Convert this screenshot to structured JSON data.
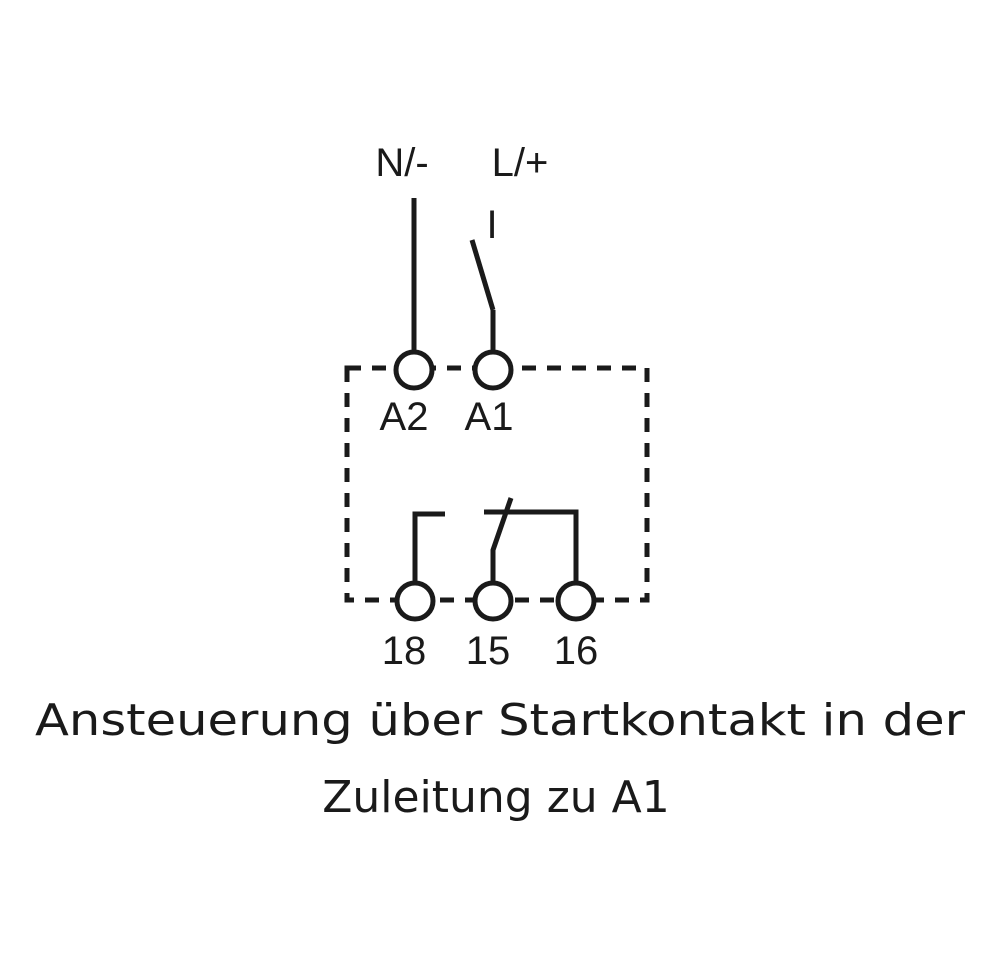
{
  "supply": {
    "neutral_label": "N/-",
    "line_label": "L/+",
    "start_contact_label": "I"
  },
  "terminals": {
    "a2": "A2",
    "a1": "A1",
    "t18": "18",
    "t15": "15",
    "t16": "16"
  },
  "caption": {
    "line1": "Ansteuerung über Startkontakt in der",
    "line2": "Zuleitung zu A1"
  },
  "colors": {
    "ink": "#1a1a1a",
    "background": "#ffffff"
  }
}
